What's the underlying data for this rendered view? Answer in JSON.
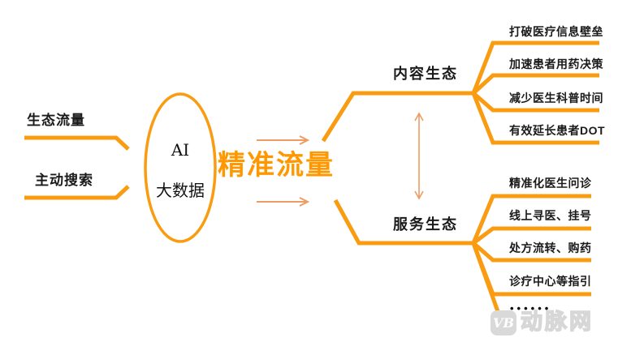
{
  "diagram": {
    "inputs": [
      {
        "label": "生态流量"
      },
      {
        "label": "主动搜索"
      }
    ],
    "hub": {
      "line1": "AI",
      "line2": "大数据"
    },
    "center_label": "精准流量",
    "branches": [
      {
        "label": "内容生态",
        "items": [
          "打破医疗信息壁垒",
          "加速患者用药决策",
          "减少医生科普时间",
          "有效延长患者DOT"
        ]
      },
      {
        "label": "服务生态",
        "items": [
          "精准化医生问诊",
          "线上寻医、挂号",
          "处方流转、购药",
          "诊疗中心等指引"
        ],
        "more": "••••••"
      }
    ],
    "watermark": {
      "logo": "VB",
      "text": "动脉网"
    },
    "colors": {
      "branch_line": "#F99C11",
      "accent_text": "#FF9800",
      "thin_arrow": "#ED9C63",
      "label_text": "#1A1A1A",
      "watermark": "#D7D7D7"
    }
  }
}
